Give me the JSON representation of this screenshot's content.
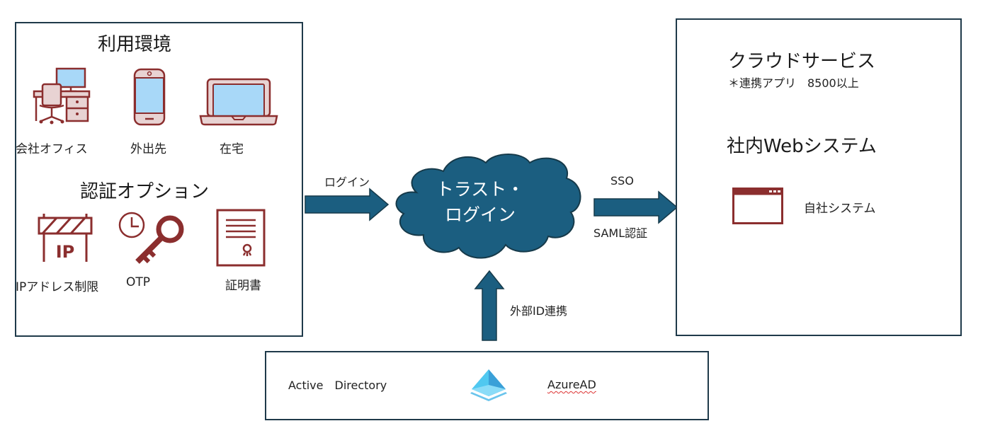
{
  "left_panel": {
    "env_title": "利用環境",
    "env_items": [
      {
        "label": "会社オフィス",
        "icon": "office-desk-icon"
      },
      {
        "label": "外出先",
        "icon": "smartphone-icon"
      },
      {
        "label": "在宅",
        "icon": "laptop-icon"
      }
    ],
    "auth_title": "認証オプション",
    "auth_items": [
      {
        "label": "IPアドレス制限",
        "icon": "ip-barrier-icon"
      },
      {
        "label": "OTP",
        "icon": "clock-key-icon"
      },
      {
        "label": "証明書",
        "icon": "certificate-icon"
      }
    ]
  },
  "flow": {
    "login_label": "ログイン",
    "cloud_line1": "トラスト・",
    "cloud_line2": "ログイン",
    "sso_label": "SSO",
    "saml_label": "SAML認証",
    "external_id_label": "外部ID連携"
  },
  "right_panel": {
    "cloud_service_title": "クラウドサービス",
    "cloud_service_note": "＊連携アプリ　8500以上",
    "internal_web_title": "社内Webシステム",
    "own_system_label": "自社システム",
    "own_system_icon": "browser-window-icon"
  },
  "bottom_panel": {
    "active_directory_label": "Active　Directory",
    "azure_icon": "azure-ad-pyramid-icon",
    "azure_label": "AzureAD"
  },
  "colors": {
    "box_border": "#1f3a4a",
    "arrow_fill": "#1b5e80",
    "cloud_fill": "#1b5e80",
    "icon_stroke": "#8b2e2e",
    "icon_fill_light": "#e8d3d3",
    "screen_fill": "#a8d8f8"
  }
}
